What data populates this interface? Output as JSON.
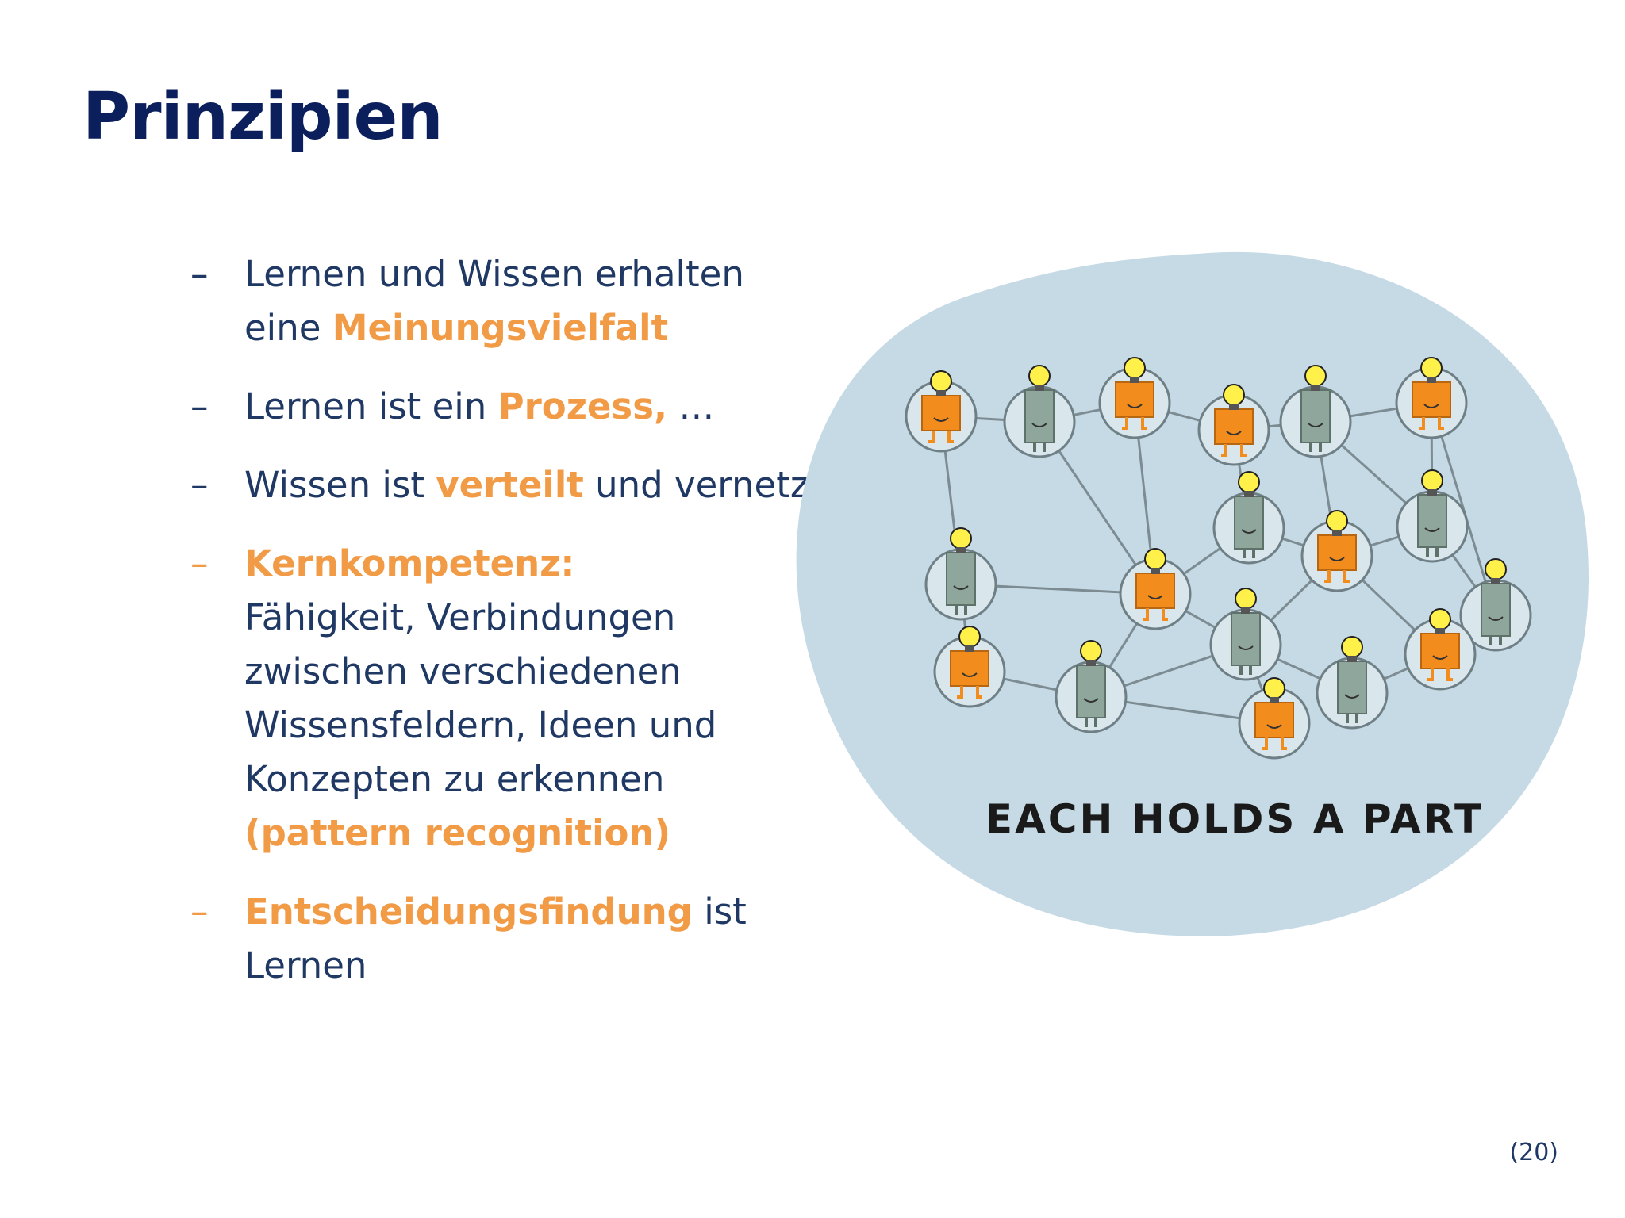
{
  "title": "Prinzipien",
  "bullets": [
    {
      "parts": [
        "Lernen und Wissen erhalten eine ",
        "Meinungsvielfalt",
        ""
      ]
    },
    {
      "parts": [
        "Lernen ist ein ",
        "Prozess,",
        " …"
      ]
    },
    {
      "parts": [
        "Wissen ist ",
        "verteilt",
        " und vernetzt"
      ]
    },
    {
      "heading": "Kernkompetenz:",
      "line1": "Fähigkeit, Verbindungen",
      "line2": "zwischen verschiedenen",
      "line3": "Wissensfeldern, Ideen und",
      "line4": "Konzepten zu erkennen",
      "emphasis": "(pattern recognition)"
    },
    {
      "parts": [
        "",
        "Entscheidungsfindung",
        " ist Lernen"
      ]
    }
  ],
  "dash": "–",
  "illustration": {
    "caption": "EACH HOLDS A PART"
  },
  "page_number": "(20)",
  "colors": {
    "title": "#0b1f5c",
    "text": "#1f3864",
    "accent": "#f29b47",
    "blob": "#c5dae5"
  }
}
